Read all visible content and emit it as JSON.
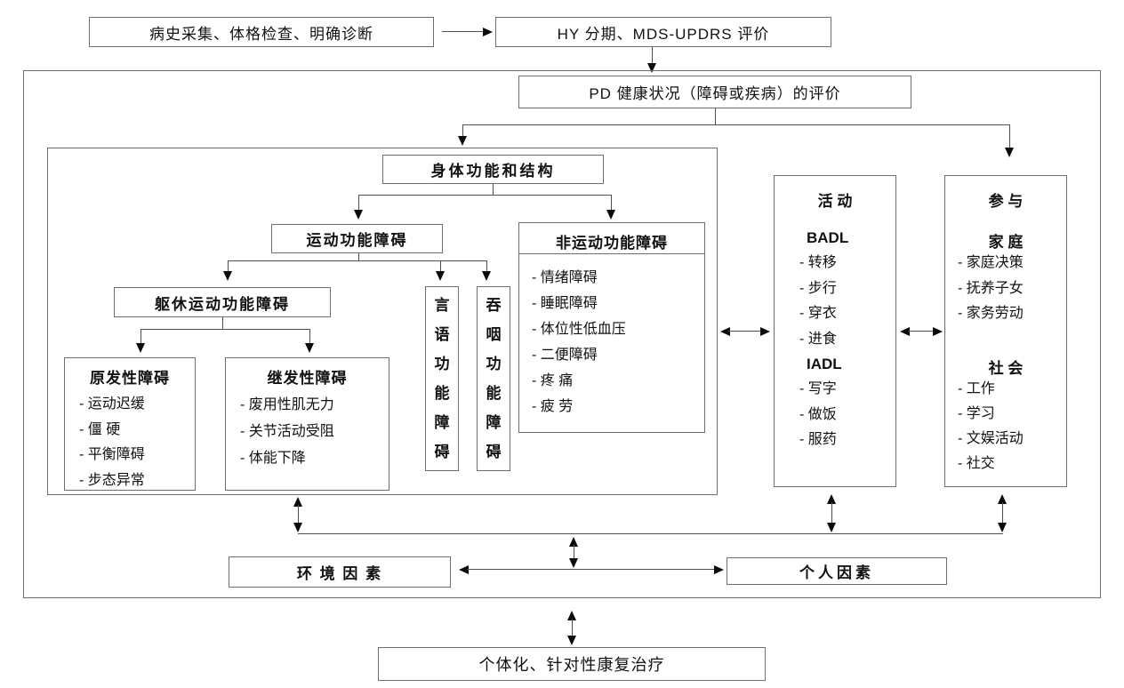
{
  "diagram": {
    "top": {
      "history_box": "病史采集、体格检查、明确诊断",
      "hy_box": "HY 分期、MDS-UPDRS 评价",
      "pd_box": "PD 健康状况（障碍或疾病）的评价"
    },
    "body_structure": {
      "title": "身体功能和结构",
      "motor": {
        "title": "运动功能障碍",
        "trunk": {
          "title": "躯休运动功能障碍",
          "primary": {
            "title": "原发性障碍",
            "items": [
              "- 运动迟缓",
              "- 僵  硬",
              "- 平衡障碍",
              "- 步态异常"
            ]
          },
          "secondary": {
            "title": "继发性障碍",
            "items": [
              "- 废用性肌无力",
              "- 关节活动受阻",
              "- 体能下降"
            ]
          }
        },
        "speech_box": "言语功能障碍",
        "swallow_box": "吞咽功能障碍"
      },
      "nonmotor": {
        "title": "非运动功能障碍",
        "items": [
          "- 情绪障碍",
          "- 睡眠障碍",
          "- 体位性低血压",
          "- 二便障碍",
          "- 疼  痛",
          "- 疲  劳"
        ]
      }
    },
    "activity": {
      "title": "活 动",
      "badl_label": "BADL",
      "badl_items": [
        "- 转移",
        "- 步行",
        "- 穿衣",
        "- 进食"
      ],
      "iadl_label": "IADL",
      "iadl_items": [
        "- 写字",
        "- 做饭",
        "- 服药"
      ]
    },
    "participation": {
      "title": "参 与",
      "family_label": "家 庭",
      "family_items": [
        "- 家庭决策",
        "- 抚养子女",
        "- 家务劳动"
      ],
      "social_label": "社 会",
      "social_items": [
        "- 工作",
        "- 学习",
        "- 文娱活动",
        "- 社交"
      ]
    },
    "bottom": {
      "environment_box": "环 境 因 素",
      "personal_box": "个人因素",
      "rehab_box": "个体化、针对性康复治疗"
    }
  },
  "colors": {
    "background": "#ffffff",
    "box_border": "#6e6e6e",
    "line": "#4f4f4f",
    "arrowhead": "#0b0b0b",
    "text": "#111111"
  }
}
